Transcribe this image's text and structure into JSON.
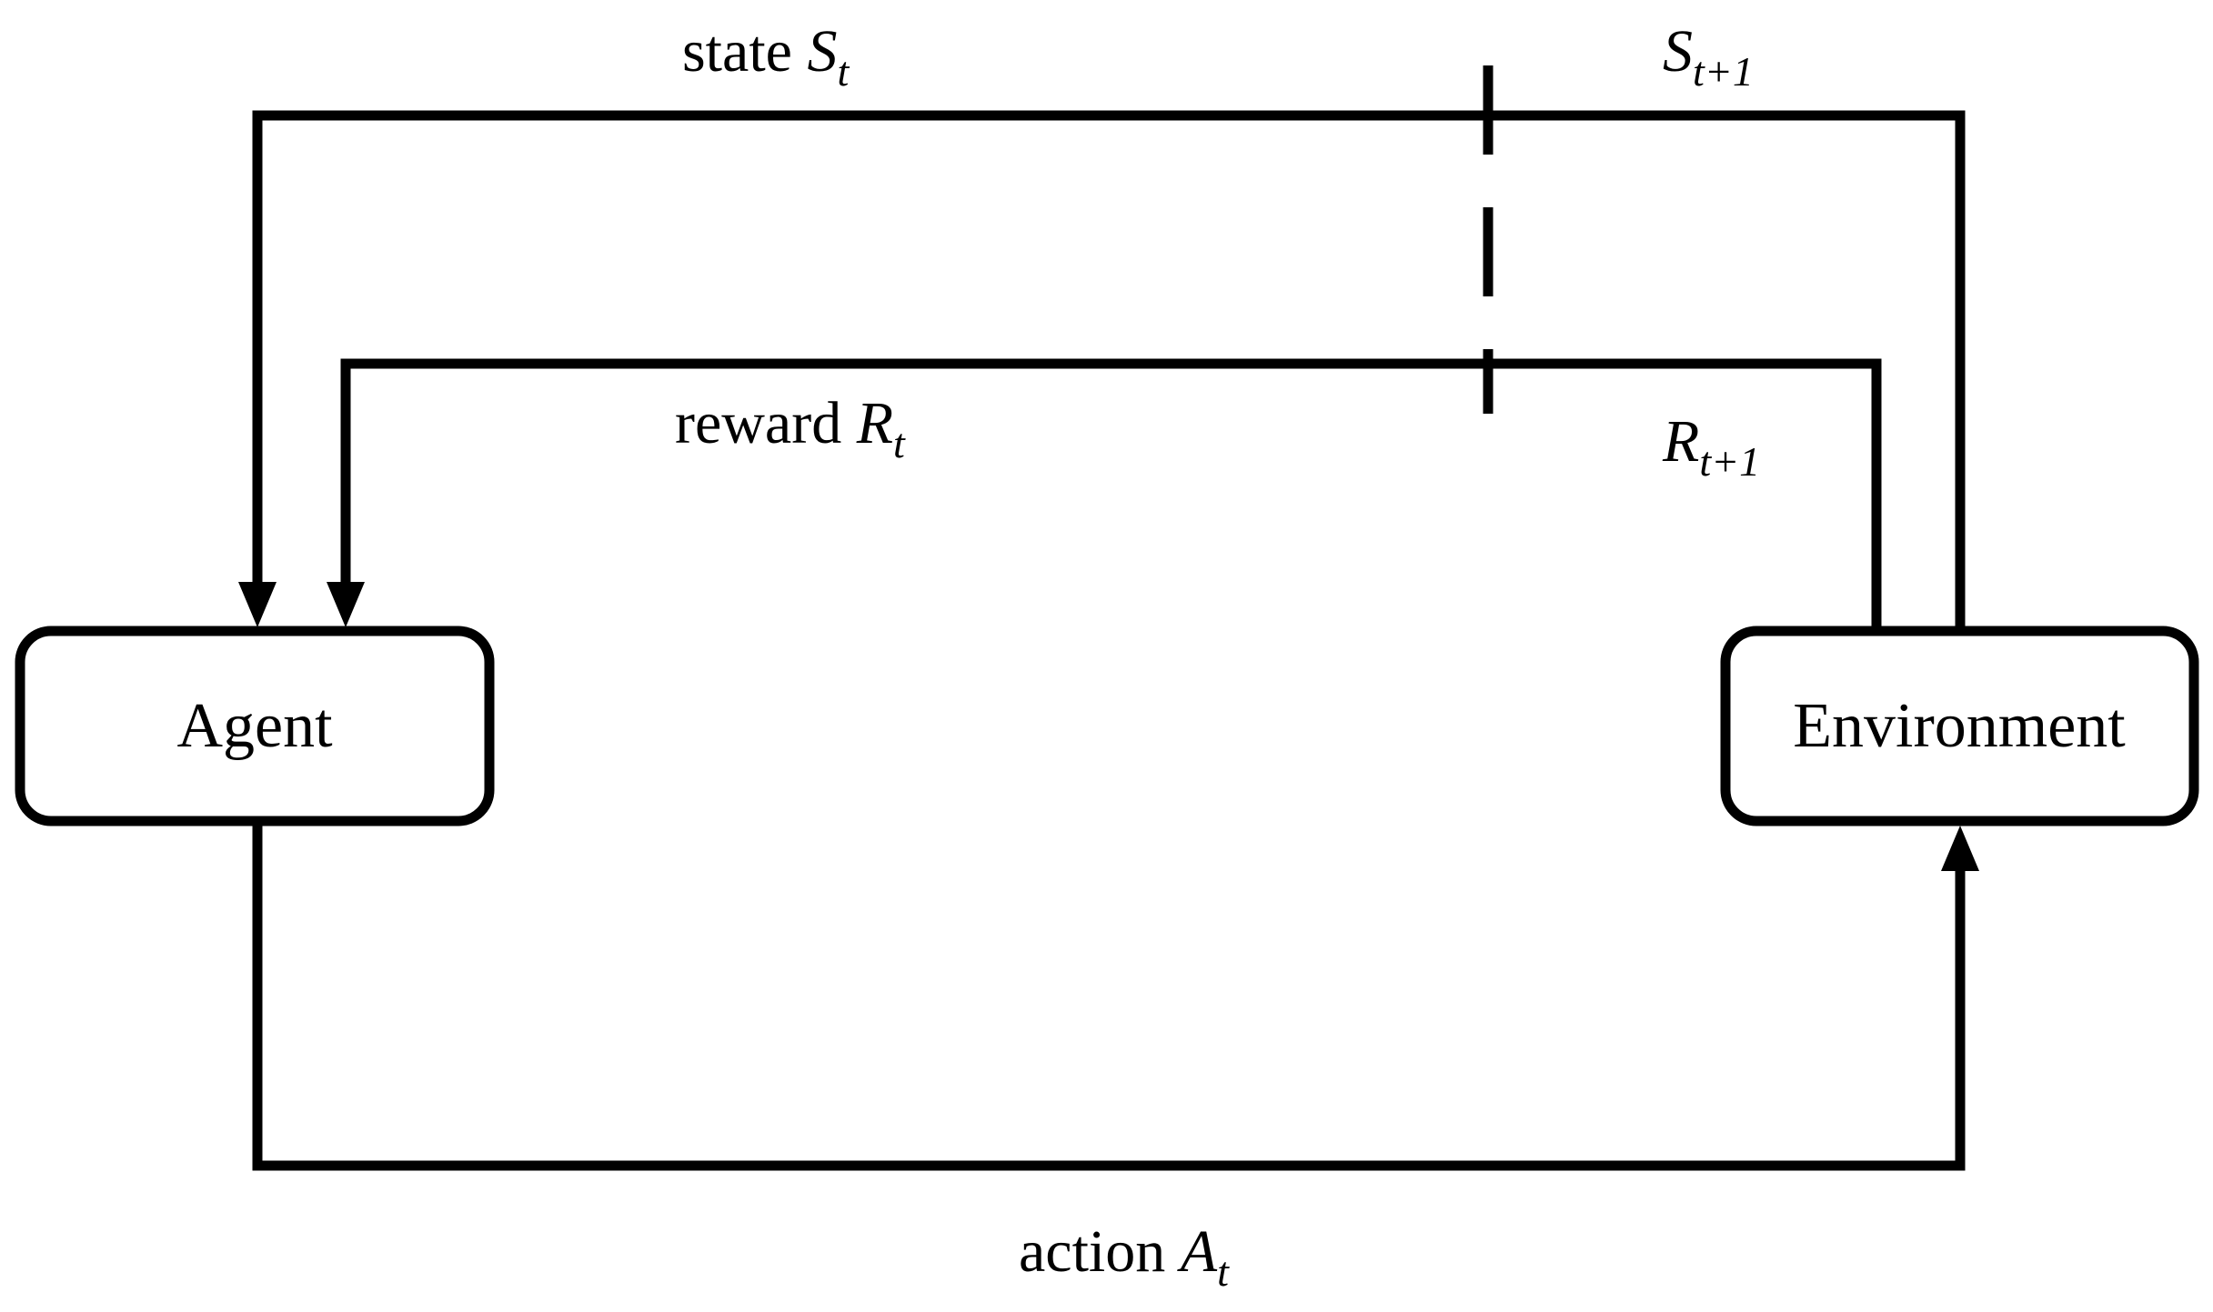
{
  "nodes": {
    "agent": {
      "label": "Agent"
    },
    "environment": {
      "label": "Environment"
    }
  },
  "signals": {
    "state": {
      "word": "state",
      "symbol": "S",
      "subscript": "t"
    },
    "state_next": {
      "symbol": "S",
      "subscript": "t+1"
    },
    "reward": {
      "word": "reward",
      "symbol": "R",
      "subscript": "t"
    },
    "reward_next": {
      "symbol": "R",
      "subscript": "t+1"
    },
    "action": {
      "word": "action",
      "symbol": "A",
      "subscript": "t"
    }
  },
  "colors": {
    "stroke": "#000000",
    "background": "#ffffff"
  }
}
